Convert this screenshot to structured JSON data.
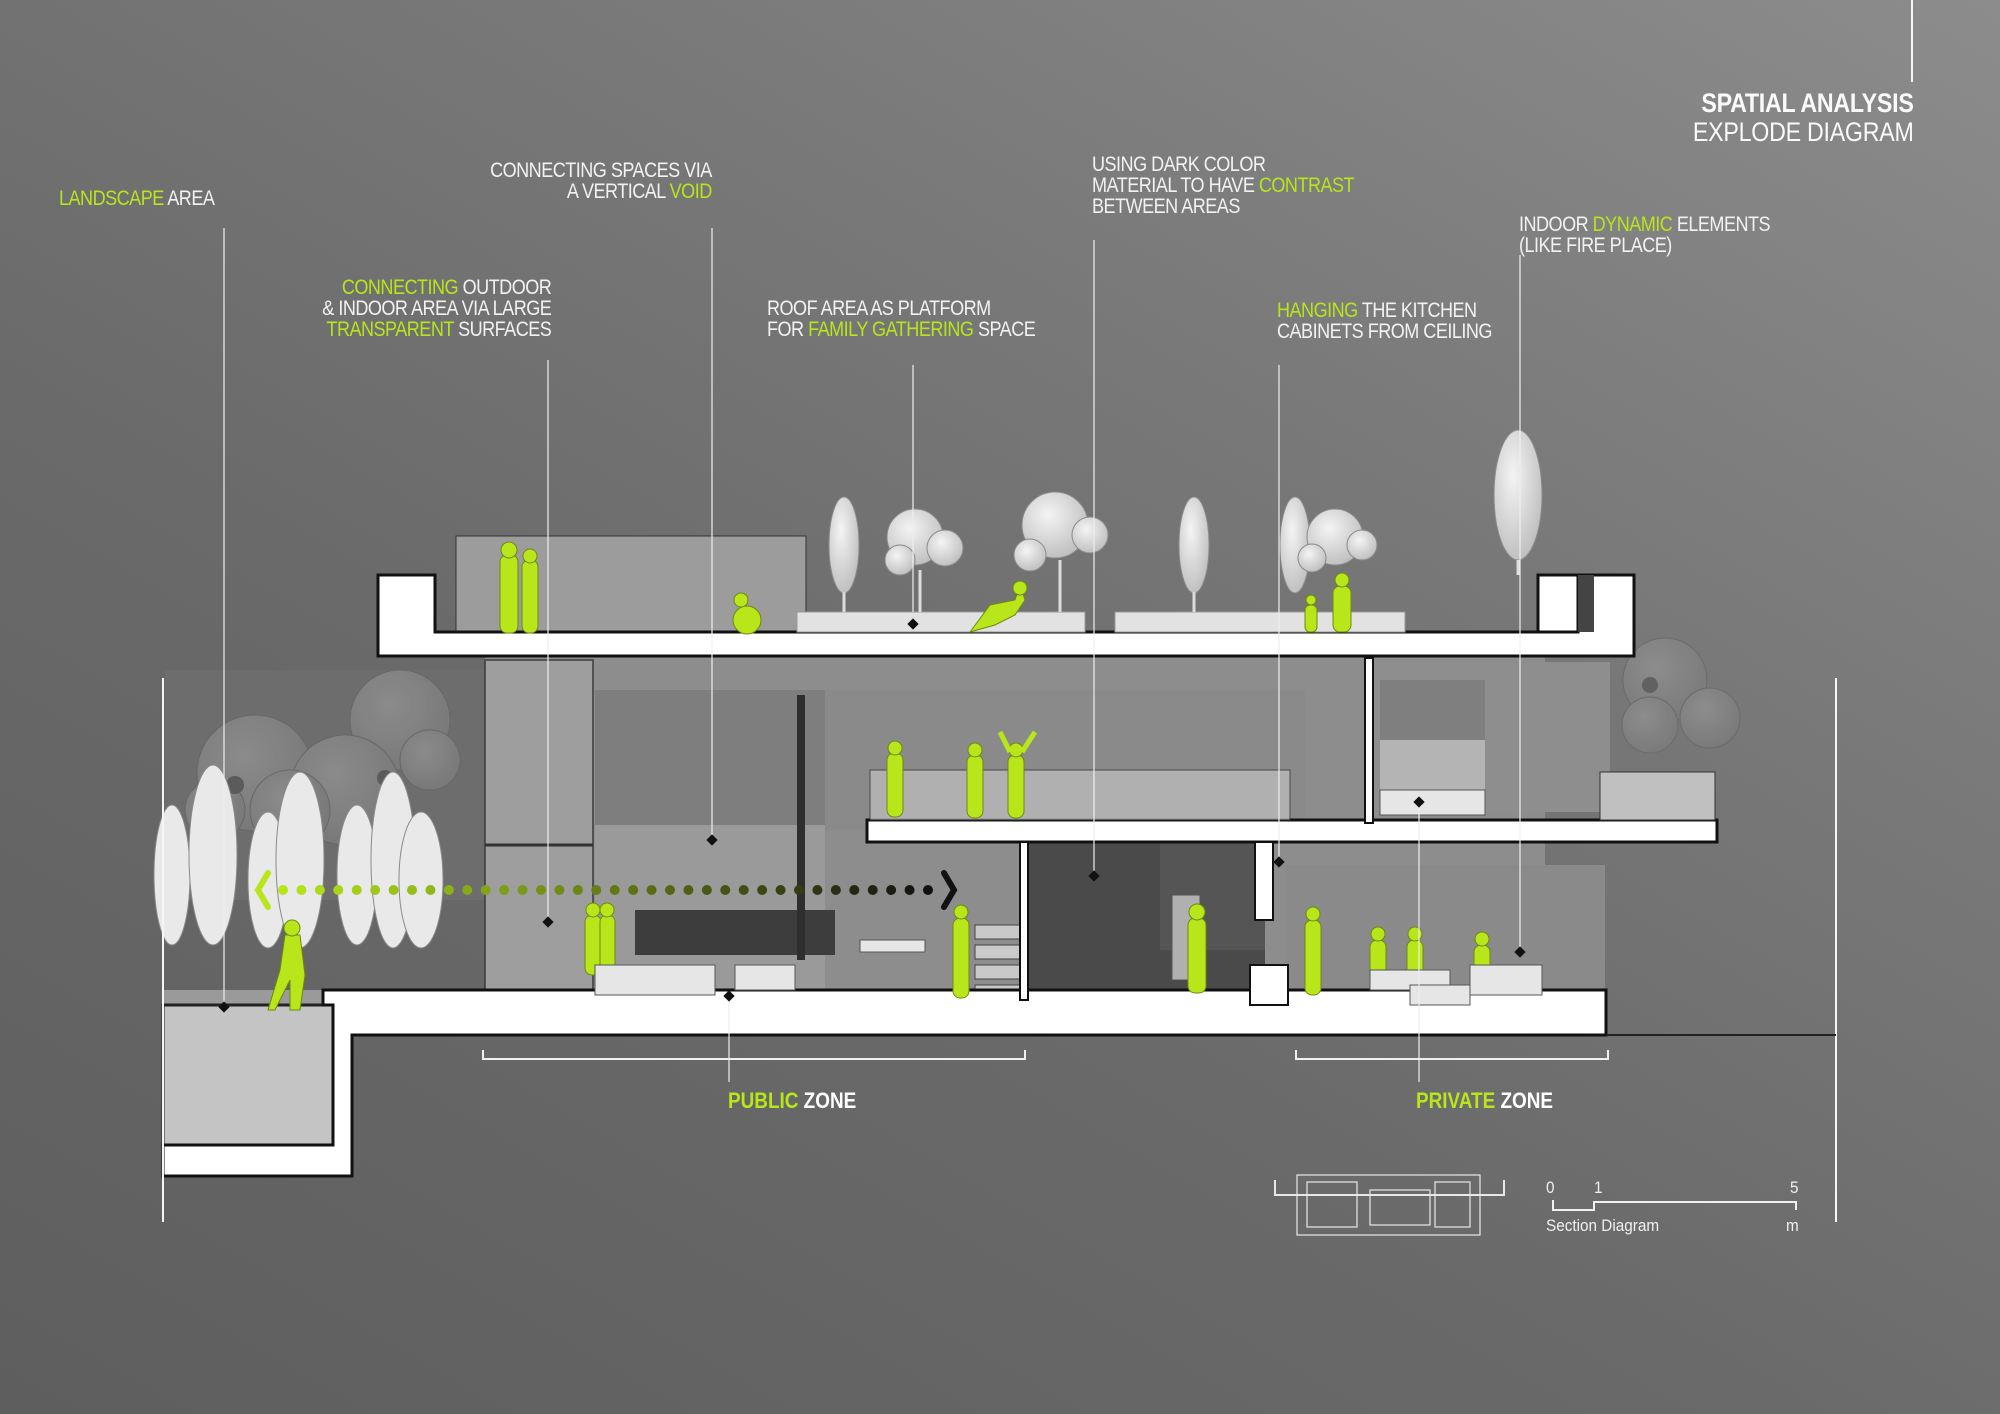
{
  "title": {
    "line1": "SPATIAL ANALYSIS",
    "line2": "EXPLODE DIAGRAM"
  },
  "colors": {
    "accent": "#b8e61a",
    "background_dark": "#5e5e5e",
    "background_light": "#8c8c8c",
    "text": "#f2f2f2",
    "section_cut": "#ffffff",
    "outline": "#111111"
  },
  "annotations": [
    {
      "id": "landscape",
      "lines": [
        [
          "LANDSCAPE",
          " AREA"
        ]
      ],
      "highlight": [
        "LANDSCAPE"
      ]
    },
    {
      "id": "connecting-outdoor",
      "lines": [
        [
          "CONNECTING",
          " OUTDOOR"
        ],
        [
          "& INDOOR AREA VIA LARGE"
        ],
        [
          "TRANSPARENT",
          " SURFACES"
        ]
      ],
      "highlight": [
        "CONNECTING",
        "TRANSPARENT"
      ]
    },
    {
      "id": "vertical-void",
      "lines": [
        [
          "CONNECTING SPACES VIA"
        ],
        [
          "A VERTICAL ",
          "VOID"
        ]
      ],
      "highlight": [
        "VOID"
      ]
    },
    {
      "id": "roof-platform",
      "lines": [
        [
          "ROOF AREA AS PLATFORM"
        ],
        [
          "FOR ",
          "FAMILY GATHERING",
          " SPACE"
        ]
      ],
      "highlight": [
        "FAMILY GATHERING"
      ]
    },
    {
      "id": "dark-color",
      "lines": [
        [
          "USING DARK COLOR"
        ],
        [
          "MATERIAL TO HAVE ",
          "CONTRAST"
        ],
        [
          "BETWEEN  AREAS"
        ]
      ],
      "highlight": [
        "CONTRAST"
      ]
    },
    {
      "id": "hanging-cabinets",
      "lines": [
        [
          "HANGING",
          " THE KITCHEN"
        ],
        [
          "CABINETS FROM CEILING"
        ]
      ],
      "highlight": [
        "HANGING"
      ]
    },
    {
      "id": "dynamic-elements",
      "lines": [
        [
          "INDOOR ",
          "DYNAMIC",
          " ELEMENTS"
        ],
        [
          "(LIKE FIRE PLACE)"
        ]
      ],
      "highlight": [
        "DYNAMIC"
      ]
    }
  ],
  "text": {
    "landscape_a": "LANDSCAPE",
    "landscape_b": " AREA",
    "outdoor_1a": "CONNECTING",
    "outdoor_1b": " OUTDOOR",
    "outdoor_2": "& INDOOR AREA VIA LARGE",
    "outdoor_3a": "TRANSPARENT",
    "outdoor_3b": " SURFACES",
    "void_1": "CONNECTING SPACES VIA",
    "void_2a": "A VERTICAL ",
    "void_2b": "VOID",
    "roof_1": "ROOF AREA AS PLATFORM",
    "roof_2a": "FOR ",
    "roof_2b": "FAMILY GATHERING",
    "roof_2c": " SPACE",
    "dark_1": "USING DARK COLOR",
    "dark_2a": "MATERIAL TO HAVE ",
    "dark_2b": "CONTRAST",
    "dark_3": "BETWEEN  AREAS",
    "hang_1a": "HANGING",
    "hang_1b": " THE KITCHEN",
    "hang_2": "CABINETS FROM CEILING",
    "dyn_1a": "INDOOR ",
    "dyn_1b": "DYNAMIC",
    "dyn_1c": " ELEMENTS",
    "dyn_2": "(LIKE FIRE PLACE)"
  },
  "zones": {
    "public": {
      "highlight": "PUBLIC",
      "rest": " ZONE"
    },
    "private": {
      "highlight": "PRIVATE",
      "rest": " ZONE"
    }
  },
  "scale_bar": {
    "ticks": [
      "0",
      "1",
      "5"
    ],
    "unit": "m",
    "caption": "Section Diagram"
  }
}
